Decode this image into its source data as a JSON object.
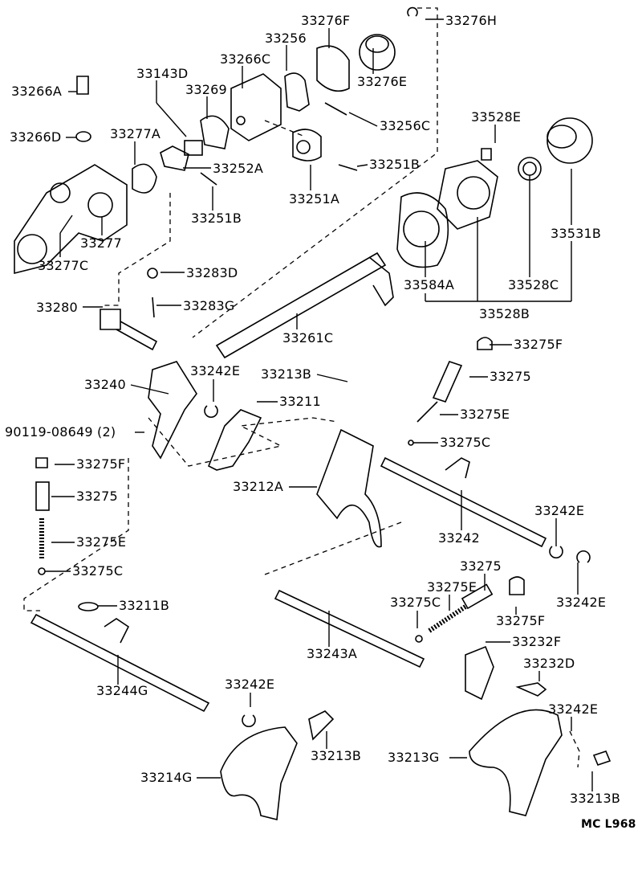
{
  "labels": {
    "p33276H": "33276H",
    "p33276F": "33276F",
    "p33256": "33256",
    "p33266C": "33266C",
    "p33276E": "33276E",
    "p33266A": "33266A",
    "p33143D": "33143D",
    "p33269": "33269",
    "p33256C": "33256C",
    "p33528E": "33528E",
    "p33266D": "33266D",
    "p33277A": "33277A",
    "p33252A": "33252A",
    "p33251B_a": "33251B",
    "p33251A": "33251A",
    "p33251B_b": "33251B",
    "p33277": "33277",
    "p33531B": "33531B",
    "p33277C": "33277C",
    "p33283D": "33283D",
    "p33584A": "33584A",
    "p33528C": "33528C",
    "p33280": "33280",
    "p33283G": "33283G",
    "p33528B": "33528B",
    "p33261C": "33261C",
    "p33275F_a": "33275F",
    "p33242E_a": "33242E",
    "p33213B_a": "33213B",
    "p33275_a": "33275",
    "p33240": "33240",
    "p33211": "33211",
    "p33275E_a": "33275E",
    "p90119": "90119-08649 (2)",
    "p33275C_a": "33275C",
    "p33275F_b": "33275F",
    "p33212A": "33212A",
    "p33275_b": "33275",
    "p33242E_b": "33242E",
    "p33242": "33242",
    "p33275E_b": "33275E",
    "p33275C_b": "33275C",
    "p33275_c": "33275",
    "p33275E_c": "33275E",
    "p33275C_c": "33275C",
    "p33242E_c": "33242E",
    "p33211B": "33211B",
    "p33275F_c": "33275F",
    "p33243A": "33243A",
    "p33232F": "33232F",
    "p33232D": "33232D",
    "p33244G": "33244G",
    "p33242E_d": "33242E",
    "p33242E_e": "33242E",
    "p33213B_b": "33213B",
    "p33213G": "33213G",
    "p33214G": "33214G",
    "p33213B_c": "33213B"
  },
  "diagram_code": "MC L968"
}
